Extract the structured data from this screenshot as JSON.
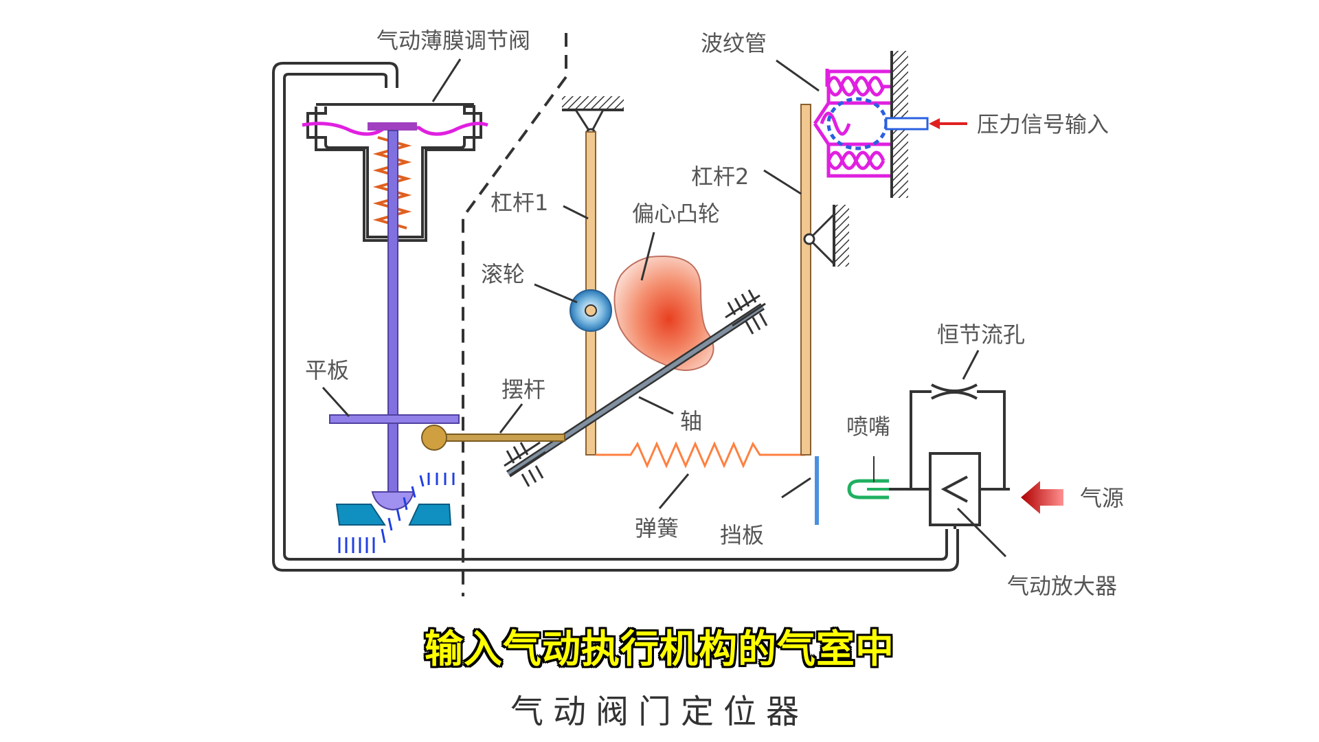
{
  "labels": {
    "actuator": "气动薄膜调节阀",
    "bellows": "波纹管",
    "pressure_input": "压力信号输入",
    "lever2": "杠杆2",
    "lever1": "杠杆1",
    "cam": "偏心凸轮",
    "roller": "滚轮",
    "orifice": "恒节流孔",
    "plate": "平板",
    "swing_rod": "摆杆",
    "shaft": "轴",
    "nozzle": "喷嘴",
    "air_source": "气源",
    "spring": "弹簧",
    "baffle": "挡板",
    "amplifier": "气动放大器"
  },
  "subtitle": "输入气动执行机构的气室中",
  "caption": "气动阀门定位器",
  "colors": {
    "diaphragm": "#e020e0",
    "stem": "#8070e0",
    "lever": "#f0c890",
    "spring": "#ff8040",
    "air_flow": "#2040e0",
    "valve_seat": "#1090c0",
    "nozzle": "#20b060",
    "arrow": "#e02020",
    "subtitle": "#ffff00"
  }
}
